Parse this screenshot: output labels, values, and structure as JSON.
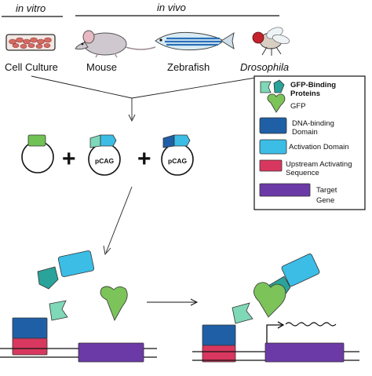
{
  "header": {
    "in_vitro": "in vitro",
    "in_vivo": "in vivo"
  },
  "systems": [
    {
      "label": "Cell Culture",
      "icon": "cell-culture-dish-icon"
    },
    {
      "label": "Mouse",
      "icon": "mouse-icon"
    },
    {
      "label": "Zebrafish",
      "icon": "zebrafish-icon"
    },
    {
      "label": "Drosophila",
      "icon": "drosophila-icon"
    }
  ],
  "plasmids": {
    "p2": "pCAG",
    "p3": "pCAG"
  },
  "legend": {
    "items": [
      {
        "line1": "GFP-Binding",
        "line2": "Proteins"
      },
      {
        "line1": "GFP",
        "line2": ""
      },
      {
        "line1": "DNA-binding",
        "line2": "Domain"
      },
      {
        "line1": "Activation Domain",
        "line2": ""
      },
      {
        "line1": "Upstream Activating",
        "line2": "Sequence"
      },
      {
        "line1": "Target",
        "line2": "Gene"
      }
    ]
  },
  "colors": {
    "gfp_binding": "#7fd8b8",
    "gfp_binding_dark": "#2aa39a",
    "gfp": "#7cc35a",
    "dna_binding": "#1f5fa6",
    "activation": "#3bbde6",
    "uas": "#d8385f",
    "target_gene": "#6b3aa6"
  }
}
